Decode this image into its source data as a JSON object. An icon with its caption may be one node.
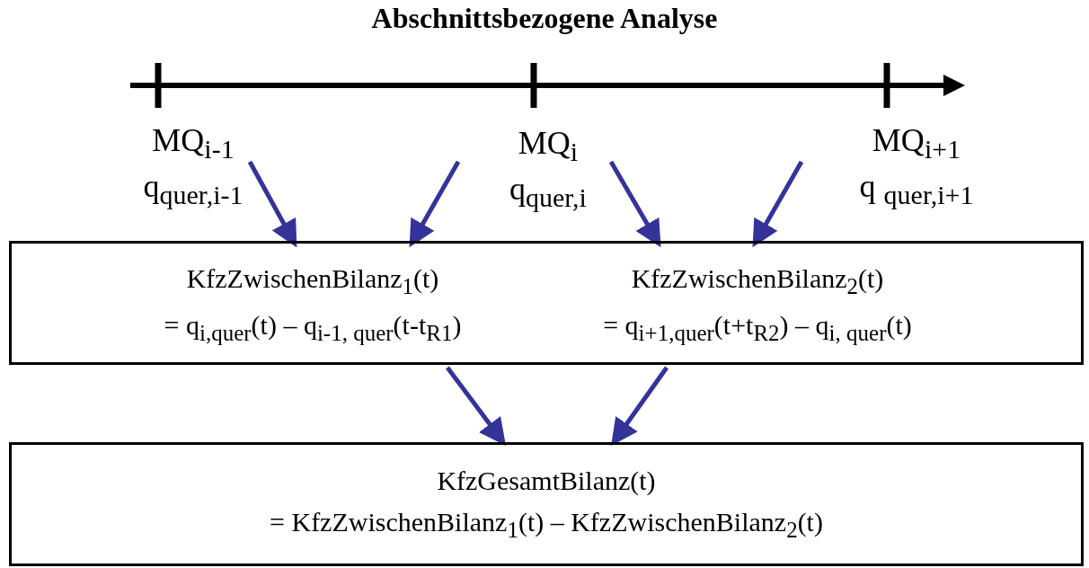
{
  "diagram": {
    "title": "Abschnittsbezogene Analyse",
    "nodes": [
      {
        "text": [
          "MQ$_{i-1}$",
          "q$_{quer,i-1}$"
        ]
      },
      {
        "text": [
          "MQ$_{i}$",
          "q$_{quer,i}$"
        ]
      },
      {
        "text": [
          "MQ$_{i+1}$",
          "q $_{quer,i+1}$"
        ]
      },
      {
        "text": [],
        "shape": "box"
      },
      {
        "text": [
          "KfzZwischenBilanz$_{1}$(t)",
          "= q$_{i,quer}$(t) – q$_{i-1, quer}$(t-t$_{R1}$)"
        ],
        "in": 3
      },
      {
        "text": [
          "KfzZwischenBilanz$_{2}$(t)",
          "= q$_{i+1,quer}$(t+t$_{R2}$) – q$_{i, quer}$(t)"
        ],
        "in": 3
      },
      {
        "text": [
          "KfzGesamtBilanz(t)",
          "= KfzZwischenBilanz$_{1}$(t) – KfzZwischenBilanz$_{2}$(t)"
        ]
      }
    ],
    "edges": [
      {
        "from": 0,
        "to": 4,
        "arrow": "to"
      },
      {
        "from": 1,
        "to": 4,
        "arrow": "to"
      },
      {
        "from": 1,
        "to": 5,
        "arrow": "to"
      },
      {
        "from": 2,
        "to": 5,
        "arrow": "to"
      },
      {
        "from": 4,
        "to": 6,
        "arrow": "to"
      },
      {
        "from": 5,
        "to": 6,
        "arrow": "to"
      }
    ]
  }
}
